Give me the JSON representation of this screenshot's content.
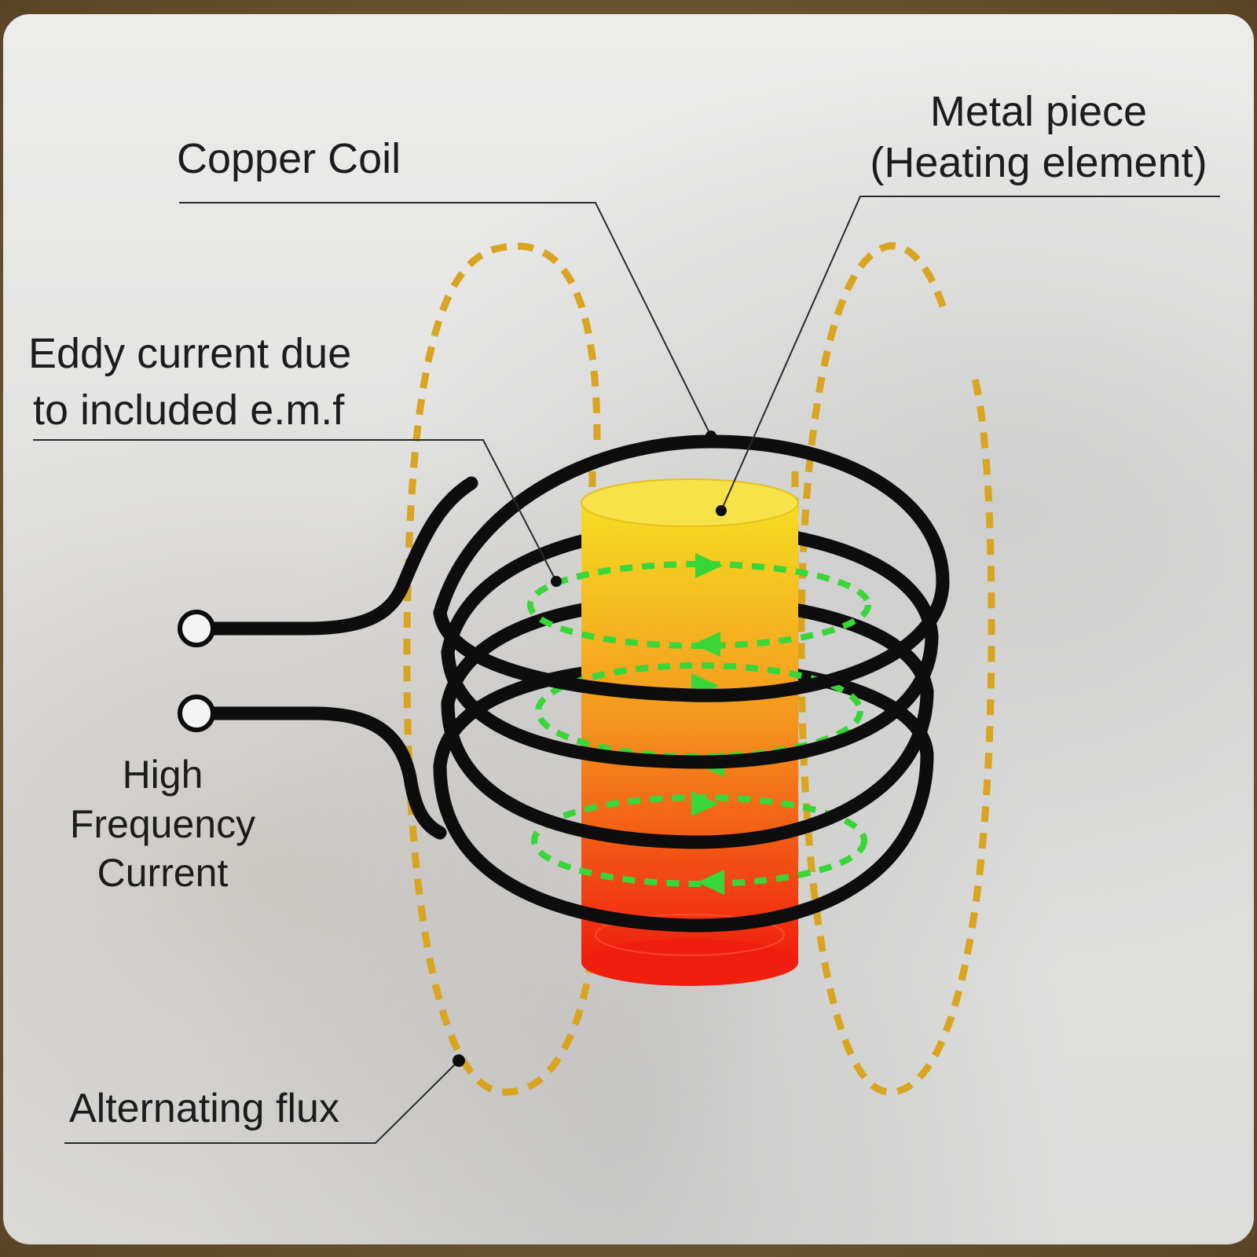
{
  "labels": {
    "copper_coil": "Copper Coil",
    "metal_piece_line1": "Metal piece",
    "metal_piece_line2": "(Heating element)",
    "eddy_line1": "Eddy current due",
    "eddy_line2": "to included e.m.f",
    "hf_line1": "High",
    "hf_line2": "Frequency",
    "hf_line3": "Current",
    "flux": "Alternating flux"
  },
  "colors": {
    "coil": "#0d0d0d",
    "flux": "#d9a520",
    "eddy": "#39d639",
    "metal_top": "#f5dd22",
    "metal_mid": "#f59a1e",
    "metal_bottom": "#f01e0e",
    "leader": "#2a2a2a"
  }
}
